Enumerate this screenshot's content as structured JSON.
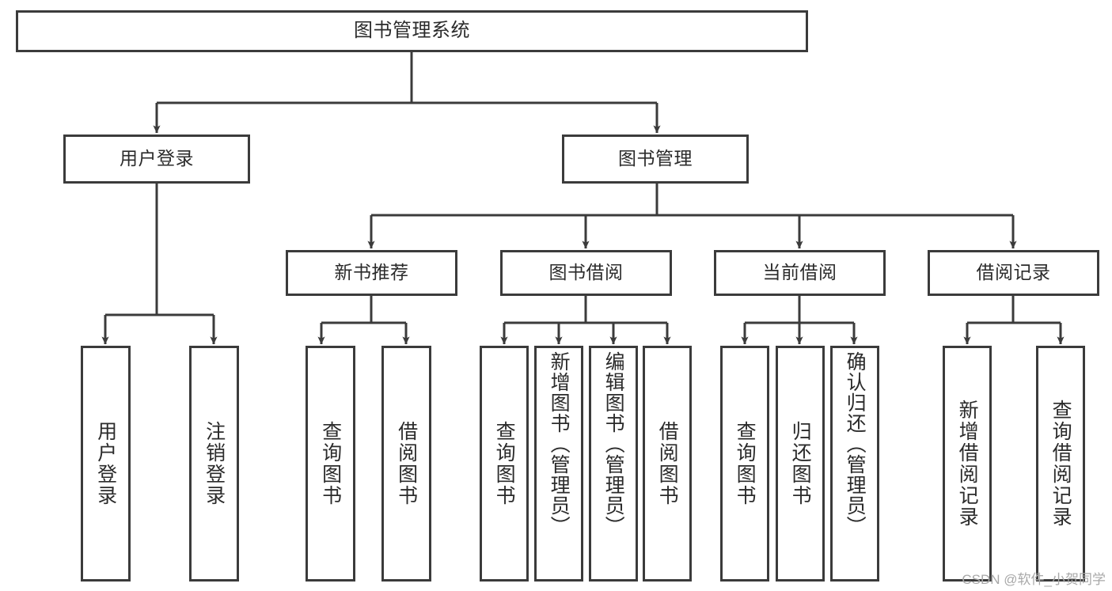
{
  "diagram": {
    "type": "tree-hierarchy-chart",
    "title": "图书管理系统",
    "stroke_color": "#3b3b3b",
    "background_color": "#ffffff",
    "text_color": "#2b2b2b",
    "watermark": "CSDN @软件_小贺同学"
  },
  "nodes": {
    "root": {
      "label": "图书管理系统"
    },
    "level2": [
      {
        "id": "user-login",
        "label": "用户登录"
      },
      {
        "id": "book-management",
        "label": "图书管理"
      }
    ],
    "level3": [
      {
        "id": "new-book-recommend",
        "label": "新书推荐"
      },
      {
        "id": "book-borrow",
        "label": "图书借阅"
      },
      {
        "id": "current-borrow",
        "label": "当前借阅"
      },
      {
        "id": "borrow-record",
        "label": "借阅记录"
      }
    ],
    "leaves": {
      "user_login": [
        {
          "id": "leaf-user-login",
          "label": "用户登录"
        },
        {
          "id": "leaf-logout-login",
          "label": "注销登录"
        }
      ],
      "new_book_recommend": [
        {
          "id": "leaf-query-book-1",
          "label": "查询图书"
        },
        {
          "id": "leaf-borrow-book-1",
          "label": "借阅图书"
        }
      ],
      "book_borrow": [
        {
          "id": "leaf-query-book-2",
          "label": "查询图书"
        },
        {
          "id": "leaf-add-book",
          "label": "新增图书（管理员）"
        },
        {
          "id": "leaf-edit-book",
          "label": "编辑图书（管理员）"
        },
        {
          "id": "leaf-borrow-book-2",
          "label": "借阅图书"
        }
      ],
      "current_borrow": [
        {
          "id": "leaf-query-book-3",
          "label": "查询图书"
        },
        {
          "id": "leaf-return-book",
          "label": "归还图书"
        },
        {
          "id": "leaf-confirm-return",
          "label": "确认归还（管理员）"
        }
      ],
      "borrow_record": [
        {
          "id": "leaf-add-record",
          "label": "新增借阅记录"
        },
        {
          "id": "leaf-query-record",
          "label": "查询借阅记录"
        }
      ]
    }
  }
}
